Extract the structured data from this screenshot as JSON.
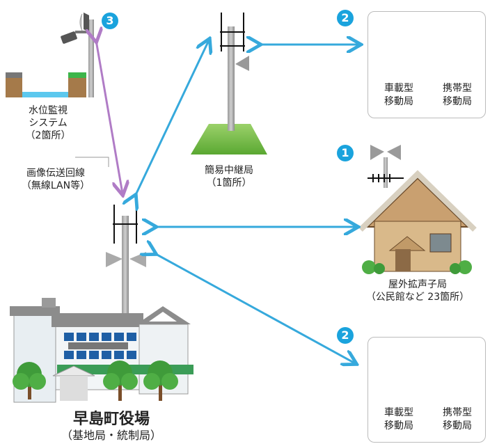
{
  "badges": {
    "top_right": "2",
    "bottom_right": "2",
    "speaker": "1",
    "water": "3"
  },
  "water_system": {
    "line1": "水位監視",
    "line2": "システム",
    "line3": "（2箇所）"
  },
  "image_line": {
    "line1": "画像伝送回線",
    "line2": "（無線LAN等）"
  },
  "relay": {
    "line1": "簡易中継局",
    "line2": "（1箇所）"
  },
  "outdoor": {
    "line1": "屋外拡声子局",
    "line2": "（公民館など 23箇所）"
  },
  "mobile_top": {
    "vehicle_1": "車載型",
    "vehicle_2": "移動局",
    "handheld_1": "携帯型",
    "handheld_2": "移動局"
  },
  "mobile_bottom": {
    "vehicle_1": "車載型",
    "vehicle_2": "移動局",
    "handheld_1": "携帯型",
    "handheld_2": "移動局"
  },
  "hq": {
    "name": "早島町役場",
    "sub": "（基地局・統制局）"
  },
  "colors": {
    "arrow_blue": "#36a9dc",
    "arrow_purple": "#b07cc6",
    "badge": "#1aa3dd",
    "grass": "#6bbf3a",
    "jeep": "#5b8f3a"
  },
  "icons": [
    "antenna-mast-icon",
    "speaker-horn-icon",
    "camera-icon",
    "jeep-icon",
    "mobile-phone-icon",
    "house-icon",
    "town-hall-icon",
    "tree-icon",
    "water-channel-icon"
  ]
}
